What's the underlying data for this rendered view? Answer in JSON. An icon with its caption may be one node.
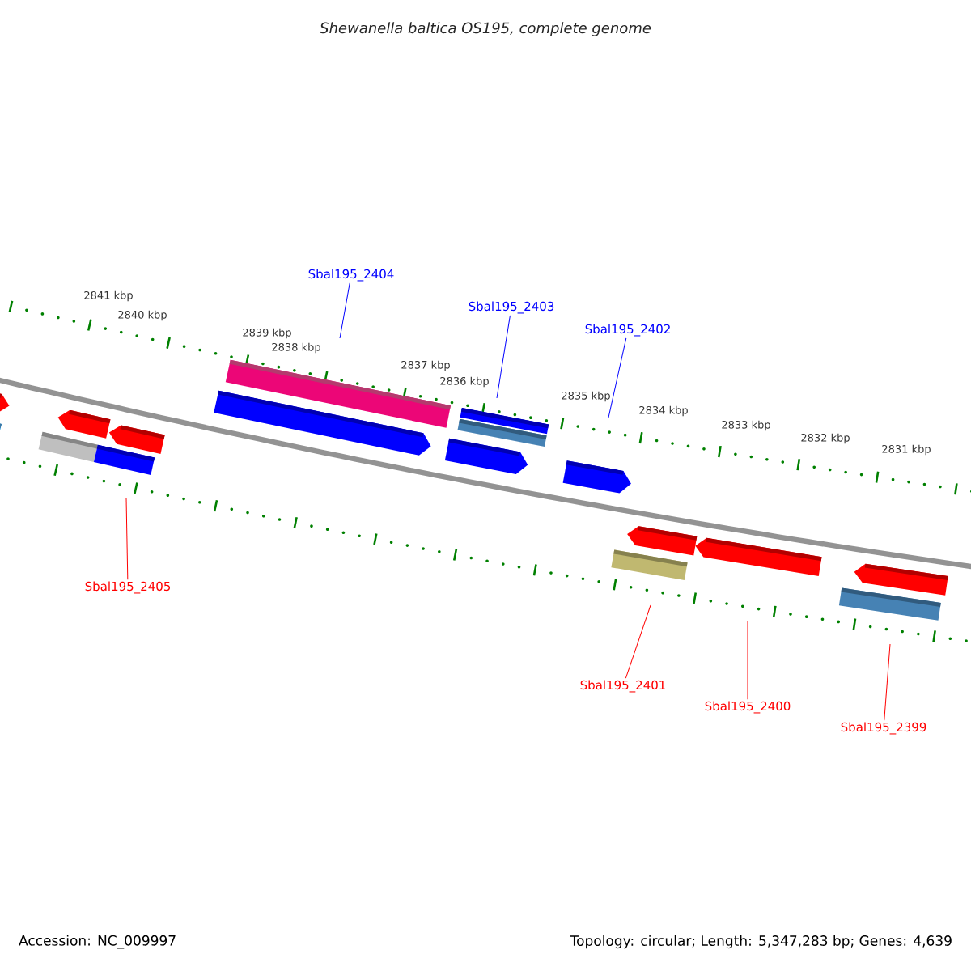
{
  "diagram": {
    "title": "Shewanella baltica OS195, complete genome",
    "nodes": [
      {
        "text": [
          "Sbal195_2404"
        ]
      },
      {
        "text": [
          "Sbal195_2403"
        ]
      },
      {
        "text": [
          "Sbal195_2402"
        ]
      },
      {
        "text": [
          "Sbal195_2405"
        ]
      },
      {
        "text": [
          "Sbal195_2401"
        ]
      },
      {
        "text": [
          "Sbal195_2400"
        ]
      },
      {
        "text": [
          "Sbal195_2399"
        ]
      }
    ],
    "edges": [
      {
        "from": 0,
        "to": null,
        "arrow": "none",
        "color": "#0000ff"
      },
      {
        "from": 1,
        "to": null,
        "arrow": "none",
        "color": "#0000ff"
      },
      {
        "from": 2,
        "to": null,
        "arrow": "none",
        "color": "#0000ff"
      },
      {
        "from": 3,
        "to": null,
        "arrow": "none"
      },
      {
        "from": 4,
        "to": null,
        "arrow": "none"
      },
      {
        "from": 5,
        "to": null,
        "arrow": "none"
      },
      {
        "from": 6,
        "to": null,
        "arrow": "none"
      }
    ],
    "labels": [
      "2841 kbp",
      "2840 kbp",
      "2839 kbp",
      "2838 kbp",
      "2837 kbp",
      "2836 kbp",
      "2835 kbp",
      "2834 kbp",
      "2833 kbp",
      "2832 kbp",
      "2831 kbp",
      "Accession: NC_009997",
      "Topology: circular; Length: 5,347,283 bp; Genes: 4,639"
    ]
  }
}
